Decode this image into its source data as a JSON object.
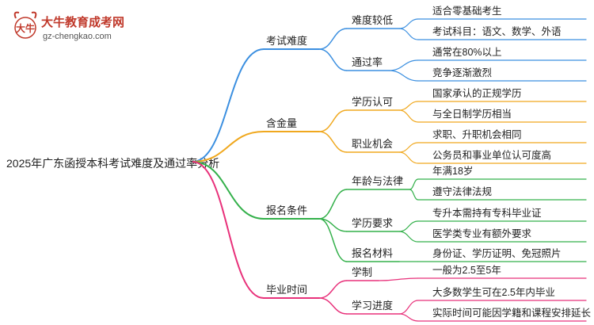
{
  "logo": {
    "title": "大牛教育成考网",
    "url": "gz-chengkao.com",
    "mark_text": "大牛",
    "color": "#c0392b"
  },
  "root": "2025年广东函授本科考试难度及通过率分析",
  "branches": [
    {
      "label": "考试难度",
      "color": "#3b8fe0",
      "children": [
        {
          "label": "难度较低",
          "leaves": [
            "适合零基础考生",
            "考试科目：语文、数学、外语"
          ]
        },
        {
          "label": "通过率",
          "leaves": [
            "通常在80%以上",
            "竞争逐渐激烈"
          ]
        }
      ]
    },
    {
      "label": "含金量",
      "color": "#f0a81e",
      "children": [
        {
          "label": "学历认可",
          "leaves": [
            "国家承认的正规学历",
            "与全日制学历相当"
          ]
        },
        {
          "label": "职业机会",
          "leaves": [
            "求职、升职机会相同",
            "公务员和事业单位认可度高"
          ]
        }
      ]
    },
    {
      "label": "报名条件",
      "color": "#33b04a",
      "children": [
        {
          "label": "年龄与法律",
          "leaves": [
            "年满18岁",
            "遵守法律法规"
          ]
        },
        {
          "label": "学历要求",
          "leaves": [
            "专升本需持有专科毕业证",
            "医学类专业有额外要求"
          ]
        },
        {
          "label": "报名材料",
          "leaves": [
            "身份证、学历证明、免冠照片"
          ]
        }
      ]
    },
    {
      "label": "毕业时间",
      "color": "#e8317a",
      "children": [
        {
          "label": "学制",
          "leaves": [
            "一般为2.5至5年"
          ]
        },
        {
          "label": "学习进度",
          "leaves": [
            "大多数学生可在2.5年内毕业",
            "实际时间可能因学籍和课程安排延长"
          ]
        }
      ]
    }
  ]
}
